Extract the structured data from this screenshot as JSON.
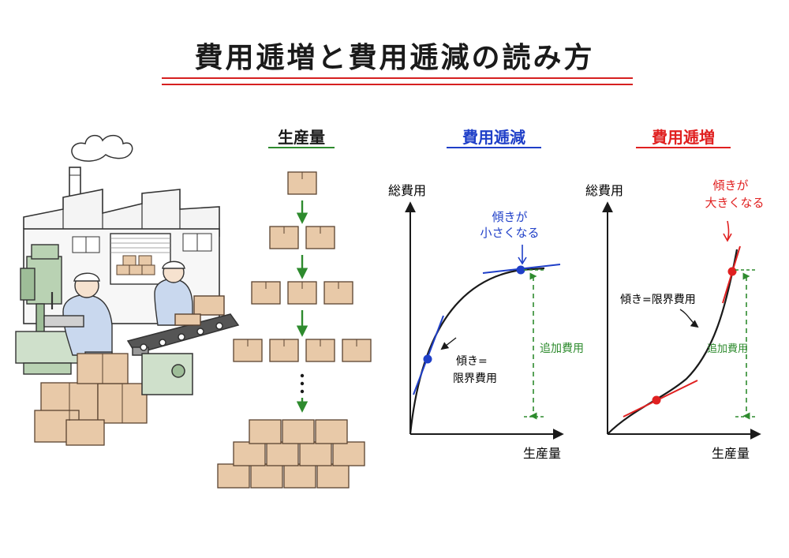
{
  "title": "費用逓増と費用逓減の読み方",
  "columns": {
    "production": "生産量",
    "decreasing": "費用逓減",
    "increasing": "費用逓増"
  },
  "decreasing_chart": {
    "y_label": "総費用",
    "x_label": "生産量",
    "slope_note_line1": "傾きが",
    "slope_note_line2": "小さくなる",
    "marginal_line1": "傾き=",
    "marginal_line2": "限界費用",
    "added_cost": "追加費用"
  },
  "increasing_chart": {
    "y_label": "総費用",
    "x_label": "生産量",
    "slope_note_line1": "傾きが",
    "slope_note_line2": "大きくなる",
    "marginal": "傾き=限界費用",
    "added_cost": "追加費用"
  },
  "colors": {
    "title_rule": "#d62020",
    "decreasing": "#1f3fc8",
    "increasing": "#e02020",
    "production": "#2e8b2e",
    "box": "#e8c9a8",
    "box_edge": "#5a4330"
  },
  "box_rows": [
    1,
    2,
    3,
    4
  ]
}
